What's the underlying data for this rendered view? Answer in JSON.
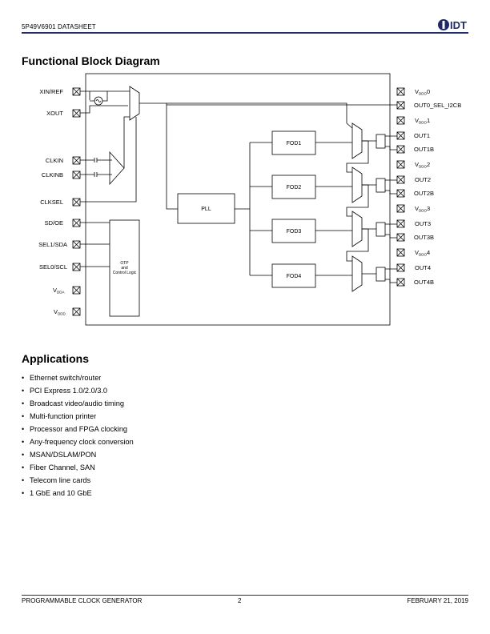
{
  "header": {
    "doc_title": "5P49V6901  DATASHEET",
    "logo_text": "IDT",
    "logo_color": "#1f2a6b"
  },
  "sections": {
    "block_diagram_title": "Functional Block Diagram",
    "applications_title": "Applications"
  },
  "diagram": {
    "inputs": {
      "xin_ref": "XIN/REF",
      "xout": "XOUT",
      "clkin": "CLKIN",
      "clkinb": "CLKINB",
      "clksel": "CLKSEL",
      "sd_oe": "SD/OE",
      "sel1_sda": "SEL1/SDA",
      "sel0_scl": "SEL0/SCL",
      "vdda_main": "V",
      "vdda_sub": "DDA",
      "vddd_main": "V",
      "vddd_sub": "DDD"
    },
    "blocks": {
      "pll": "PLL",
      "fod1": "FOD1",
      "fod2": "FOD2",
      "fod3": "FOD3",
      "fod4": "FOD4",
      "otp_line1": "OTP",
      "otp_line2": "and",
      "otp_line3": "Control Logic"
    },
    "outputs": {
      "vddo0_main": "V",
      "vddo0_sub": "DDO",
      "vddo0_num": "0",
      "out0_sel": "OUT0_SEL_I2CB",
      "vddo1_main": "V",
      "vddo1_sub": "DDO",
      "vddo1_num": "1",
      "out1": "OUT1",
      "out1b": "OUT1B",
      "vddo2_main": "V",
      "vddo2_sub": "DDO",
      "vddo2_num": "2",
      "out2": "OUT2",
      "out2b": "OUT2B",
      "vddo3_main": "V",
      "vddo3_sub": "DDO",
      "vddo3_num": "3",
      "out3": "OUT3",
      "out3b": "OUT3B",
      "vddo4_main": "V",
      "vddo4_sub": "DDO",
      "vddo4_num": "4",
      "out4": "OUT4",
      "out4b": "OUT4B"
    }
  },
  "applications": [
    "Ethernet switch/router",
    "PCI Express 1.0/2.0/3.0",
    "Broadcast video/audio timing",
    "Multi-function printer",
    "Processor and FPGA clocking",
    "Any-frequency clock conversion",
    "MSAN/DSLAM/PON",
    "Fiber Channel, SAN",
    "Telecom line cards",
    "1 GbE and 10 GbE"
  ],
  "footer": {
    "left": "PROGRAMMABLE CLOCK GENERATOR",
    "page": "2",
    "right": "FEBRUARY 21, 2019"
  }
}
